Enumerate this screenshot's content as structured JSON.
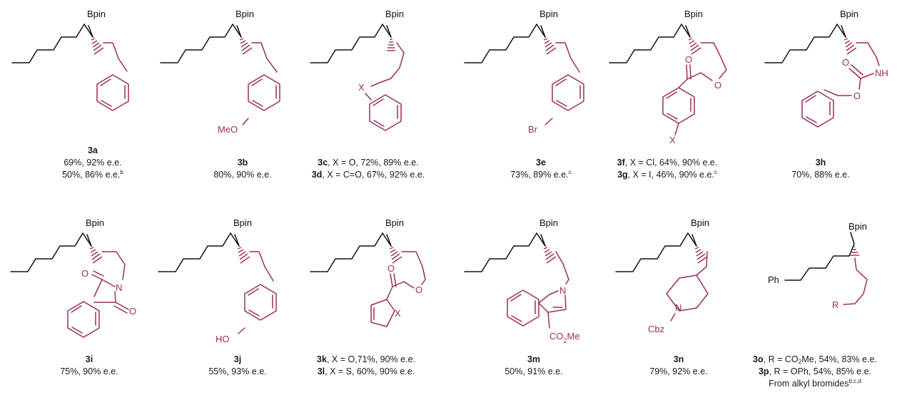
{
  "colors": {
    "skeleton": "#111111",
    "substituent": "#9b2d5e"
  },
  "labels": {
    "bpin": "Bpin",
    "meo": "MeO",
    "x": "X",
    "br": "Br",
    "o": "O",
    "nh": "NH",
    "n": "N",
    "ho": "HO",
    "co2me_main": "CO",
    "co2me_sub": "2",
    "co2me_tail": "Me",
    "cbz": "Cbz",
    "ph": "Ph",
    "r": "R"
  },
  "compounds": {
    "c3a": {
      "id": "3a",
      "l1": "69%, 92% e.e.",
      "l2": "50%, 86% e.e.",
      "l2_sup": "b"
    },
    "c3b": {
      "id": "3b",
      "l1": "80%, 90% e.e."
    },
    "c3c": {
      "id": "3c",
      "l1": ", X = O, 72%, 89% e.e.",
      "id2": "3d",
      "l2": ", X = C=O, 67%, 92% e.e."
    },
    "c3e": {
      "id": "3e",
      "l1": "73%, 89% e.e.",
      "l1_sup": "c"
    },
    "c3f": {
      "id": "3f",
      "l1": ", X = Cl, 64%, 90% e.e.",
      "id2": "3g",
      "l2": ", X = I, 46%, 90% e.e.",
      "l2_sup": "c"
    },
    "c3h": {
      "id": "3h",
      "l1": "70%, 88% e.e."
    },
    "c3i": {
      "id": "3i",
      "l1": "75%, 90% e.e."
    },
    "c3j": {
      "id": "3j",
      "l1": "55%, 93% e.e."
    },
    "c3k": {
      "id": "3k",
      "l1": ", X = O,71%, 90% e.e.",
      "id2": "3l",
      "l2": ", X = S, 60%, 90% e.e."
    },
    "c3m": {
      "id": "3m",
      "l1": "50%, 91% e.e."
    },
    "c3n": {
      "id": "3n",
      "l1": "79%, 92% e.e."
    },
    "c3o": {
      "id": "3o",
      "l1a": ", R = CO",
      "l1sub": "2",
      "l1b": "Me, 54%, 83% e.e.",
      "id2": "3p",
      "l2": ", R = OPh, 54%, 85% e.e.",
      "l3": "From alkyl bromides",
      "l3_sup": "b,c,d"
    }
  }
}
